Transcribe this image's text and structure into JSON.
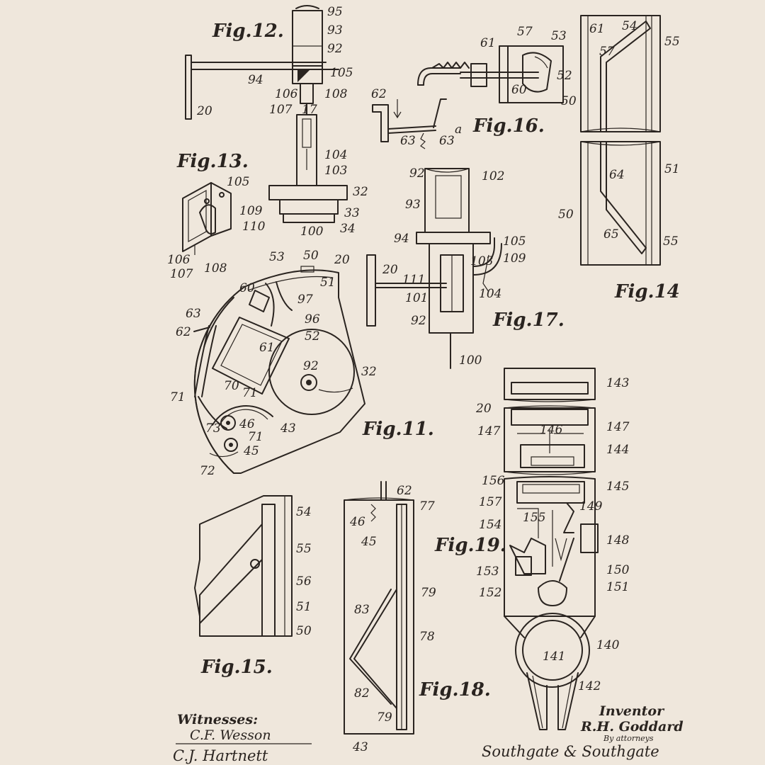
{
  "figures": {
    "fig11": "Fig.11.",
    "fig12": "Fig.12.",
    "fig13": "Fig.13.",
    "fig14": "Fig.14",
    "fig15": "Fig.15.",
    "fig16": "Fig.16.",
    "fig17": "Fig.17.",
    "fig18": "Fig.18.",
    "fig19": "Fig.19."
  },
  "refs": {
    "fig12": [
      "95",
      "93",
      "92",
      "105",
      "108",
      "106",
      "107",
      "94",
      "20",
      "17",
      "104",
      "103",
      "32",
      "33",
      "34",
      "100"
    ],
    "fig13": [
      "105",
      "109",
      "110",
      "106",
      "107",
      "108"
    ],
    "fig11": [
      "53",
      "50",
      "20",
      "60",
      "51",
      "97",
      "96",
      "52",
      "63",
      "62",
      "61",
      "92",
      "32",
      "71",
      "70",
      "71",
      "73",
      "46",
      "43",
      "45",
      "71",
      "72"
    ],
    "fig16": [
      "57",
      "53",
      "61",
      "52",
      "60",
      "50",
      "62",
      "63",
      "63",
      "a"
    ],
    "fig14": [
      "61",
      "54",
      "55",
      "57",
      "64",
      "51",
      "50",
      "65",
      "55"
    ],
    "fig17": [
      "92",
      "102",
      "93",
      "94",
      "105",
      "103",
      "109",
      "20",
      "111",
      "101",
      "104",
      "92",
      "100"
    ],
    "fig15": [
      "54",
      "55",
      "56",
      "51",
      "50"
    ],
    "fig18": [
      "62",
      "77",
      "46",
      "45",
      "79",
      "83",
      "78",
      "82",
      "79",
      "43"
    ],
    "fig19": [
      "143",
      "20",
      "147",
      "146",
      "147",
      "144",
      "145",
      "156",
      "157",
      "149",
      "154",
      "155",
      "148",
      "153",
      "150",
      "152",
      "151",
      "140",
      "141",
      "142"
    ]
  },
  "signatures": {
    "witnesses_label": "Witnesses:",
    "witness_1": "C.F. Wesson",
    "witness_2": "C.J. Hartnett",
    "inventor_label": "Inventor",
    "inventor_name": "R.H. Goddard",
    "attorneys_label": "By attorneys",
    "attorneys_name": "Southgate & Southgate"
  }
}
